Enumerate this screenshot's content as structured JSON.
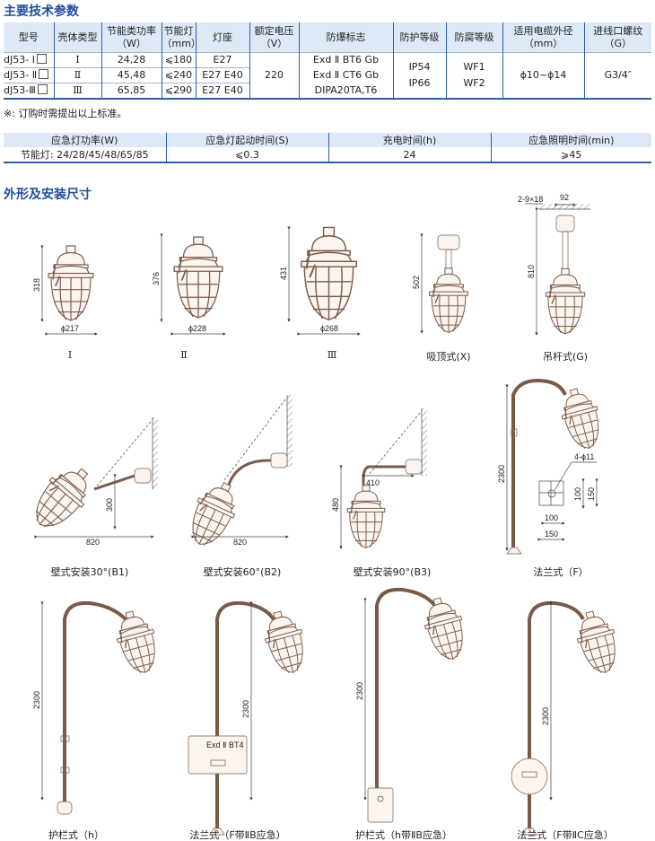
{
  "sections": {
    "spec_title": "主要技术参数",
    "dims_title": "外形及安装尺寸"
  },
  "spec_table": {
    "headers": [
      "型号",
      "壳体类型",
      "节能类功率\n（W）",
      "节能灯\n（mm）",
      "灯座",
      "额定电压\n（V）",
      "防爆标志",
      "防护等级",
      "防腐等级",
      "适用电缆外径\n（mm）",
      "进线口螺纹\n（G）"
    ],
    "rows": [
      {
        "model": "dJ53- Ⅰ",
        "shell": "Ⅰ",
        "power": "24,28",
        "lamp": "⩽180",
        "base": "E27"
      },
      {
        "model": "dJ53- Ⅱ",
        "shell": "Ⅱ",
        "power": "45,48",
        "lamp": "⩽240",
        "base": "E27  E40"
      },
      {
        "model": "dJ53-Ⅲ",
        "shell": "Ⅲ",
        "power": "65,85",
        "lamp": "⩽290",
        "base": "E27  E40"
      }
    ],
    "voltage": "220",
    "ex_marks": [
      "Exd Ⅱ BT6 Gb",
      "Exd Ⅱ CT6 Gb",
      "DIPA20TA,T6"
    ],
    "ip": [
      "IP54",
      "IP66"
    ],
    "wf": [
      "WF1",
      "WF2"
    ],
    "cable": "ϕ10~ϕ14",
    "thread": "G3/4″"
  },
  "note": "※:  订购时需提出以上标准。",
  "emergency_table": {
    "headers": [
      "应急灯功率(W)",
      "应急灯起动时间(S)",
      "充电时间(h)",
      "应急照明时间(min)"
    ],
    "row": [
      "节能灯:  24/28/45/48/65/85",
      "⩽0.3",
      "24",
      "⩾45"
    ]
  },
  "figures": {
    "captions": [
      "Ⅰ",
      "Ⅱ",
      "Ⅲ",
      "吸顶式(X)",
      "吊杆式(G)",
      "壁式安装30°(B1)",
      "壁式安装60°(B2)",
      "壁式安装90°(B3)",
      "法兰式（F）",
      "护栏式（h）",
      "法兰式（F带ⅡB应急）",
      "护栏式（h带ⅡB应急）",
      "法兰式（F带ⅡC应急）"
    ],
    "dims": {
      "t1_h": "318",
      "t1_d": "ϕ217",
      "t2_h": "376",
      "t2_d": "ϕ228",
      "t3_h": "431",
      "t3_d": "ϕ268",
      "x_h": "502",
      "g_h": "810",
      "g_slot": "2-9×18",
      "g_w": "92",
      "b1_h": "300",
      "b1_w": "820",
      "b2_w": "820",
      "b3_w": "410",
      "b3_h": "480",
      "f_h": "2300",
      "f_holes": "4-ϕ11",
      "f_in_h": "100",
      "f_out_h": "150",
      "f_in_w": "100",
      "f_out_w": "150",
      "h_h": "2300",
      "fb_h": "2300",
      "hb_h": "2300",
      "fc_h": "2300",
      "box_label": "Exd Ⅱ BT4"
    }
  }
}
